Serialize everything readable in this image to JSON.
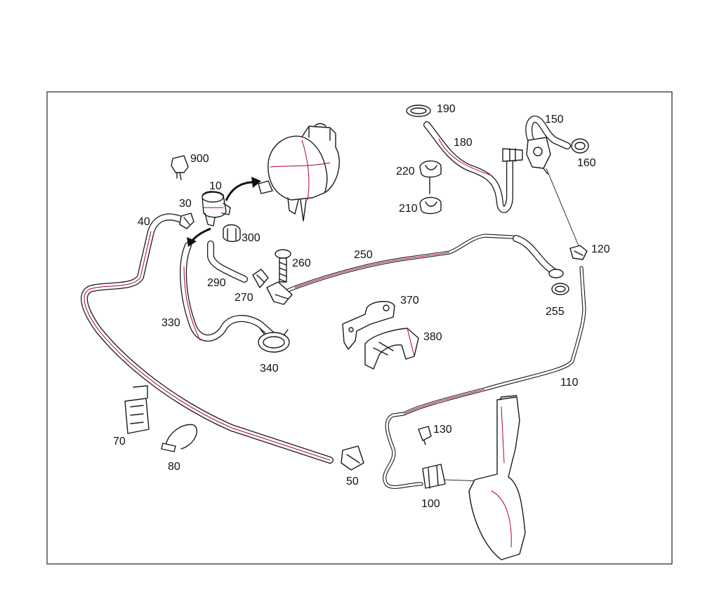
{
  "diagram": {
    "colors": {
      "line": "#1a1a1a",
      "accent": "#b0003a",
      "border": "#222222",
      "background": "#ffffff"
    },
    "callouts": {
      "c10": "10",
      "c30": "30",
      "c40": "40",
      "c50": "50",
      "c70": "70",
      "c80": "80",
      "c100": "100",
      "c110": "110",
      "c120": "120",
      "c130": "130",
      "c150": "150",
      "c160": "160",
      "c180": "180",
      "c190": "190",
      "c210": "210",
      "c220": "220",
      "c250": "250",
      "c255": "255",
      "c260": "260",
      "c270": "270",
      "c290": "290",
      "c300": "300",
      "c330": "330",
      "c340": "340",
      "c370": "370",
      "c380": "380",
      "c900": "900"
    }
  }
}
